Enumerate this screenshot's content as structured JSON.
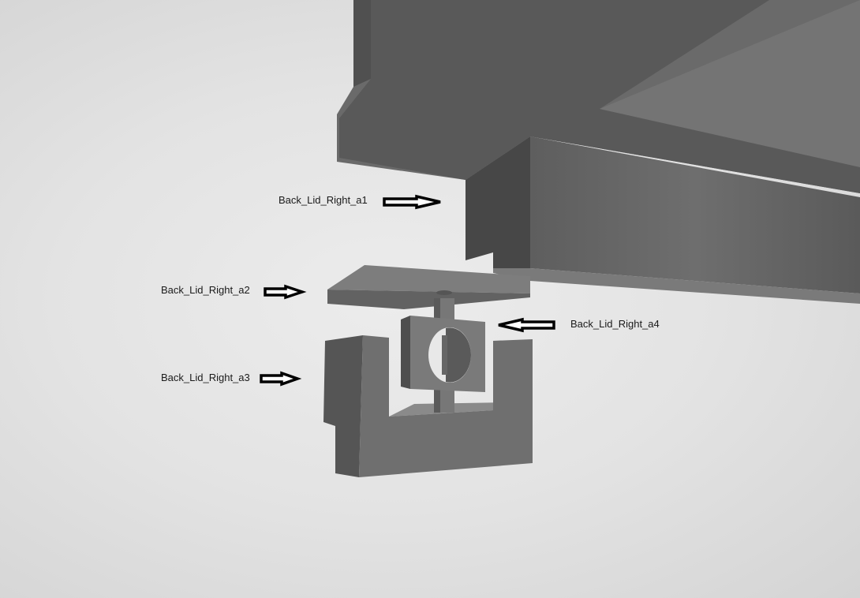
{
  "labels": {
    "a1": "Back_Lid_Right_a1",
    "a2": "Back_Lid_Right_a2",
    "a3": "Back_Lid_Right_a3",
    "a4": "Back_Lid_Right_a4"
  },
  "colors": {
    "part_light": "#7a7a7a",
    "part_mid": "#666666",
    "part_dark": "#4a4a4a",
    "arrow": "#000000"
  }
}
